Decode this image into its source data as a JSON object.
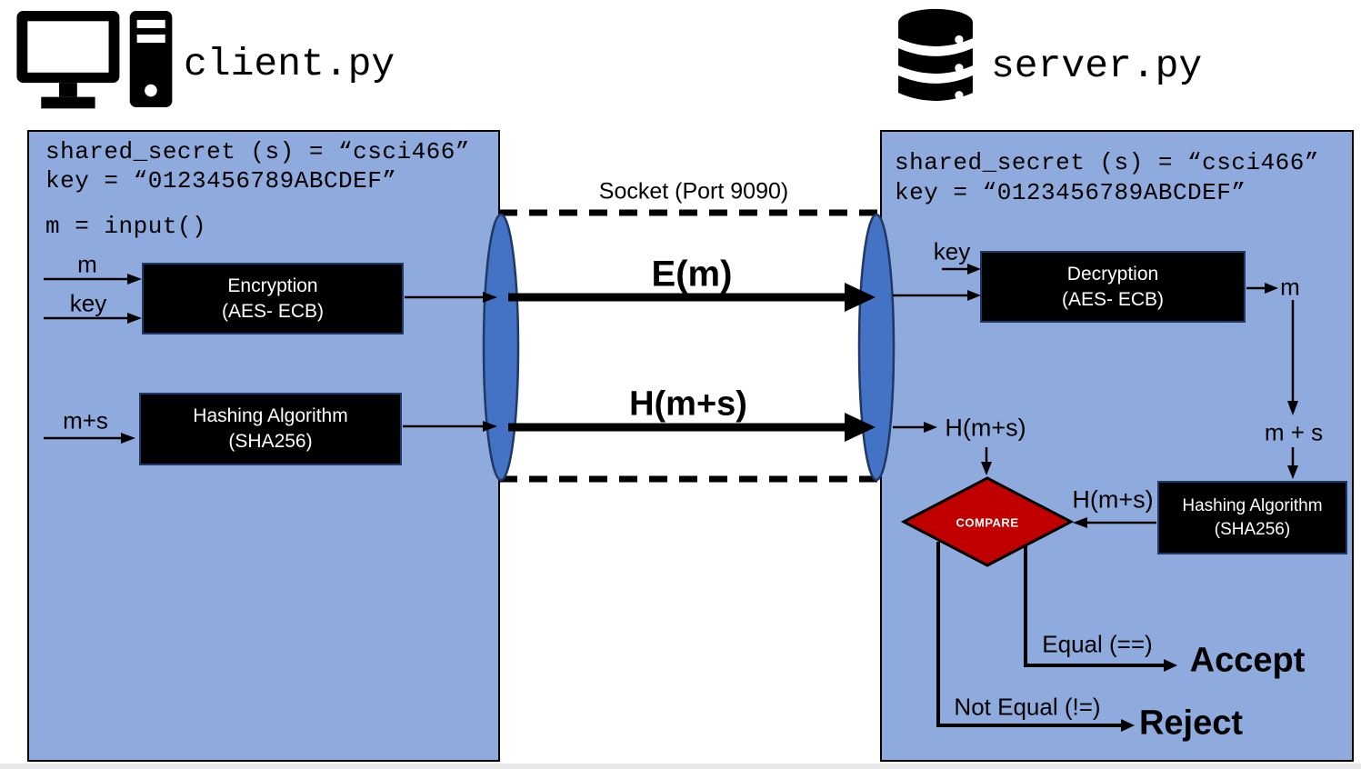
{
  "colors": {
    "panel_fill": "#8FAADC",
    "socket_ellipse_fill": "#4472C4",
    "socket_ellipse_stroke": "#1F3864",
    "process_box_fill": "#000000",
    "process_box_border": "#1F3864",
    "compare_diamond_fill": "#C00000",
    "footer_strip": "#E7E7E7"
  },
  "icons": {
    "client": "desktop-computer-icon",
    "server": "database-icon"
  },
  "header": {
    "client_title": "client.py",
    "server_title": "server.py"
  },
  "client": {
    "code": [
      "shared_secret (s) = “csci466”",
      "key = “0123456789ABCDEF”",
      "m = input()"
    ],
    "labels": {
      "message_in": "m",
      "key_in": "key",
      "hash_in": "m+s"
    },
    "encryption_box": {
      "title": "Encryption",
      "subtitle": "(AES- ECB)"
    },
    "hashing_box": {
      "title": "Hashing Algorithm",
      "subtitle": "(SHA256)"
    }
  },
  "socket": {
    "label": "Socket (Port 9090)",
    "encrypted_message": "E(m)",
    "hash_message": "H(m+s)"
  },
  "server": {
    "code": [
      "shared_secret (s) = “csci466”",
      "key = “0123456789ABCDEF”"
    ],
    "labels": {
      "key_in": "key",
      "message_out": "m",
      "ms": "m + s",
      "hash_received": "H(m+s)",
      "hash_computed": "H(m+s)",
      "equal": "Equal (==)",
      "accept": "Accept",
      "not_equal": "Not Equal (!=)",
      "reject": "Reject"
    },
    "decryption_box": {
      "title": "Decryption",
      "subtitle": "(AES- ECB)"
    },
    "hashing_box": {
      "title": "Hashing Algorithm",
      "subtitle": "(SHA256)"
    },
    "compare": "COMPARE"
  }
}
